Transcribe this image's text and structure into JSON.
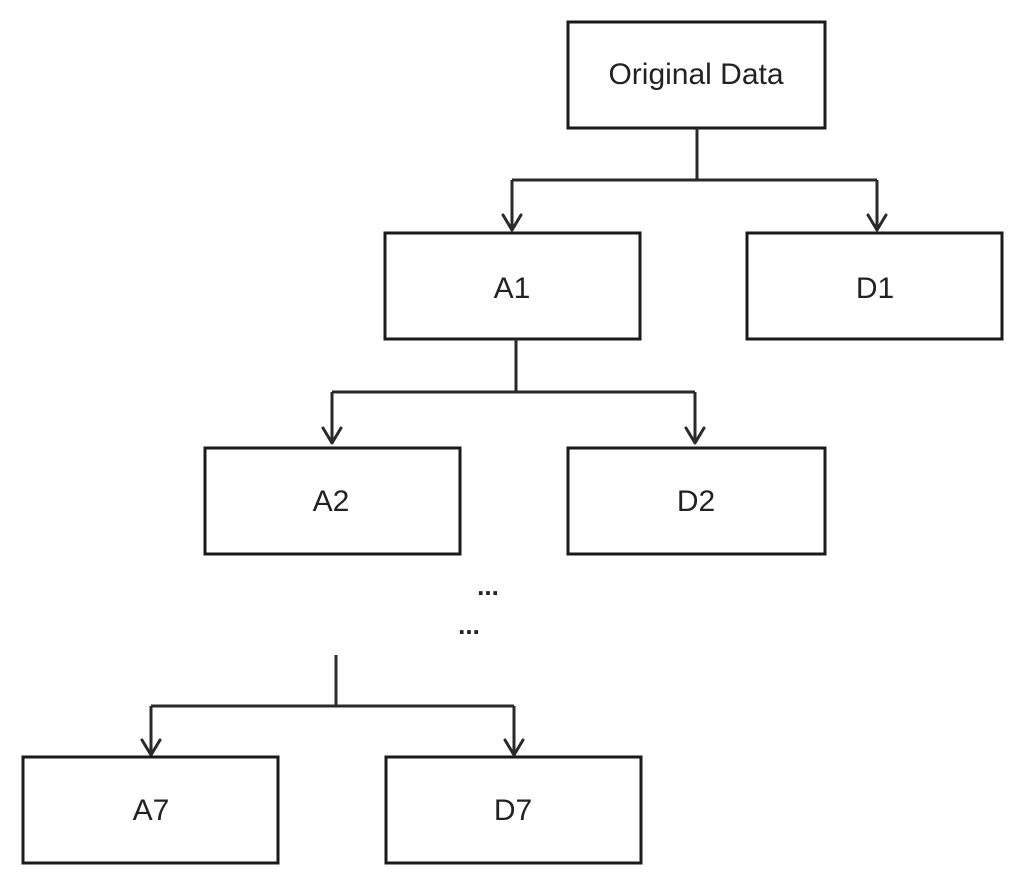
{
  "diagram": {
    "nodes": {
      "original": "Original Data",
      "a1": "A1",
      "d1": "D1",
      "a2": "A2",
      "d2": "D2",
      "a7": "A7",
      "d7": "D7"
    },
    "ellipsis": [
      "...",
      "..."
    ]
  },
  "colors": {
    "stroke": "#1a1a1a",
    "text": "#222222",
    "background": "#ffffff"
  }
}
